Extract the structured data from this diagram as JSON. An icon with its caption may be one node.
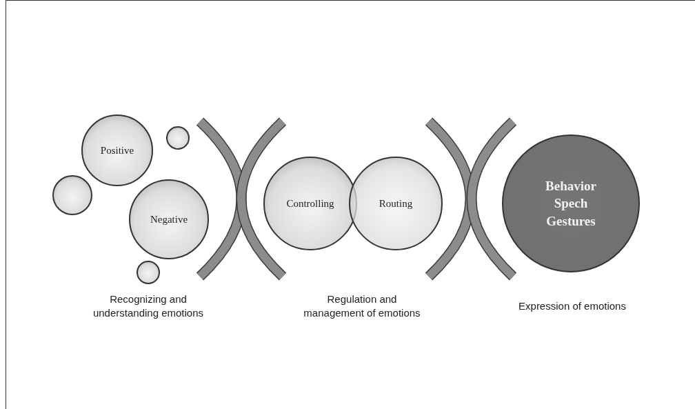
{
  "diagram": {
    "nodes": [
      {
        "text": [
          "Positive"
        ]
      },
      {
        "text": [],
        "shape": "circle"
      },
      {
        "text": [],
        "shape": "circle"
      },
      {
        "text": [
          "Negative"
        ]
      },
      {
        "text": [],
        "shape": "circle"
      },
      {
        "text": [
          "Controlling"
        ]
      },
      {
        "text": [
          "Routing"
        ]
      },
      {
        "text": [
          "Behavior Spech Gestures"
        ]
      },
      {
        "text": [],
        "shape": "bracket"
      },
      {
        "text": [],
        "shape": "bracket"
      },
      {
        "text": [],
        "shape": "bracket"
      },
      {
        "text": [],
        "shape": "bracket"
      }
    ],
    "edges": [],
    "labels": [
      "Recognizing and understanding emotions",
      "Regulation and management of emotions",
      "Expression of emotions"
    ]
  }
}
